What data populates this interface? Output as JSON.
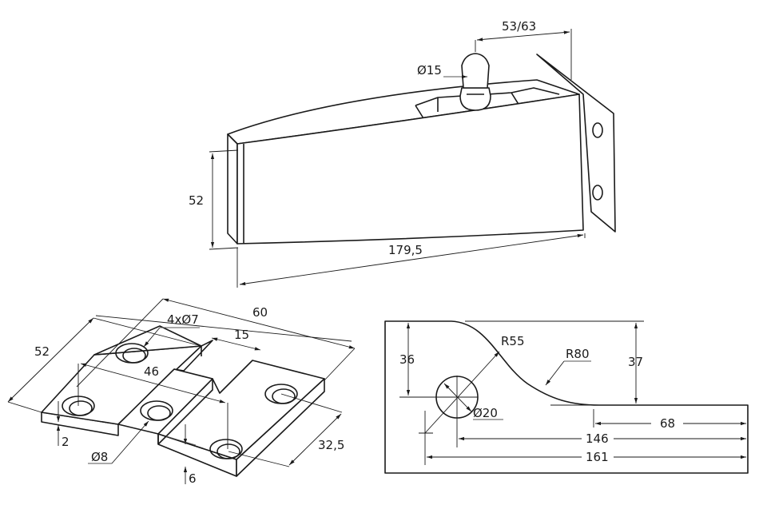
{
  "hinge_top": {
    "pin_diameter": "Ø15",
    "offset": "53/63",
    "height": "52",
    "length": "179,5"
  },
  "plate": {
    "width": "60",
    "depth": "52",
    "holes": "4xØ7",
    "slot_width": "15",
    "hole_spacing": "46",
    "pin_hole": "Ø8",
    "thin_thickness": "2",
    "thick_thickness": "6",
    "row_spacing": "32,5"
  },
  "profile": {
    "left_height": "36",
    "radius_1": "R55",
    "radius_2": "R80",
    "right_height": "37",
    "hole_diameter": "Ø20",
    "dim_68": "68",
    "dim_146": "146",
    "dim_161": "161"
  }
}
